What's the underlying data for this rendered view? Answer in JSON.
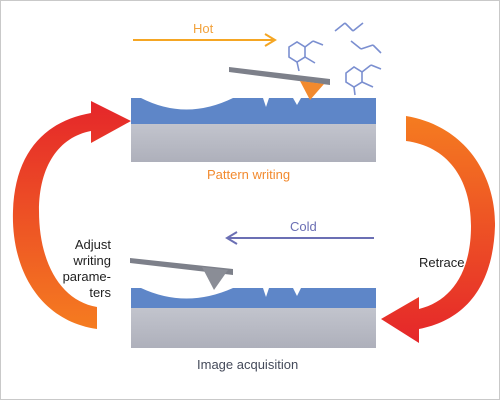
{
  "labels": {
    "hot": "Hot",
    "cold": "Cold",
    "pattern_writing": "Pattern writing",
    "image_acquisition": "Image acquisition",
    "retrace": "Retrace",
    "adjust_lines": [
      "Adjust",
      "writing",
      "parame-",
      "ters"
    ]
  },
  "colors": {
    "surface_blue": "#5e86c8",
    "substrate_gray": "#b7b9c4",
    "hot_arrow": "#f5a623",
    "cold_arrow": "#6b6fb4",
    "cycle_red": "#e5262a",
    "cycle_orange": "#f57c20",
    "molecule": "#7b8fd0",
    "tip_hot": "#f28a2e",
    "tip_cold": "#8a8d96"
  },
  "icons": [
    "right-arrow-icon",
    "left-arrow-icon",
    "molecule-icon",
    "afm-tip-icon",
    "cycle-arrow-icon"
  ]
}
